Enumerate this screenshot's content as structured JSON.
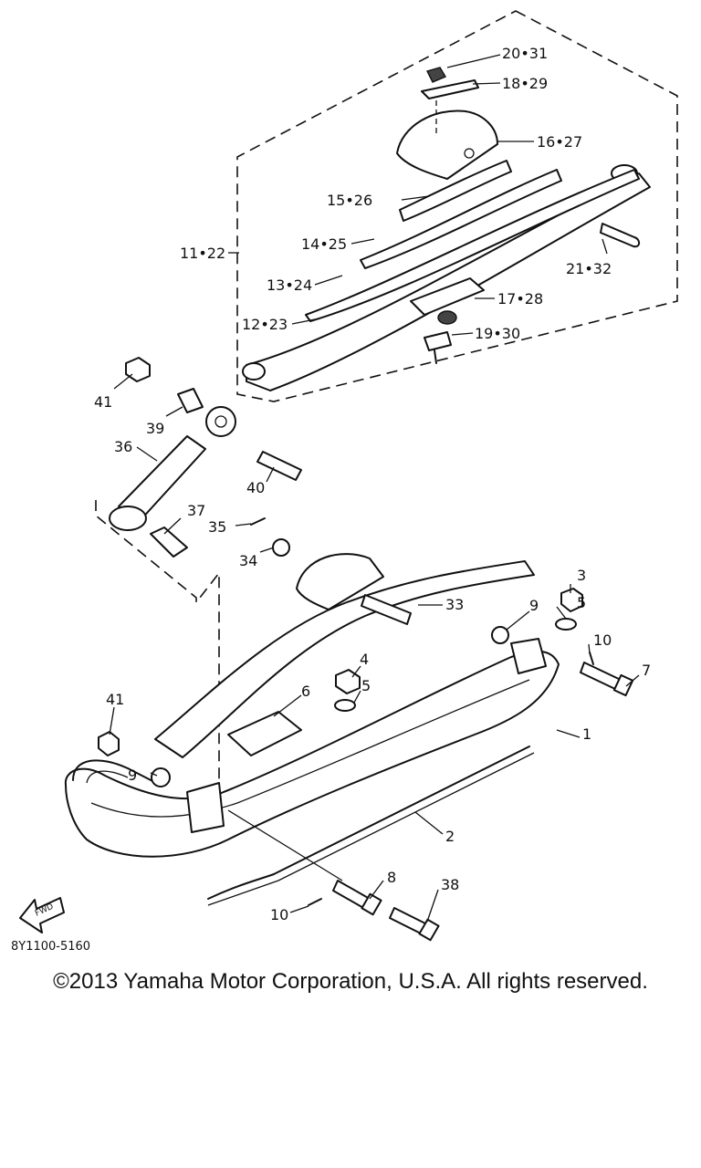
{
  "diagram": {
    "code": "8Y1100-5160",
    "copyright": "©2013 Yamaha Motor Corporation, U.S.A. All rights reserved.",
    "fwd_label": "FWD",
    "callouts": [
      {
        "id": "c20",
        "text": "20•31"
      },
      {
        "id": "c18",
        "text": "18•29"
      },
      {
        "id": "c16",
        "text": "16•27"
      },
      {
        "id": "c15",
        "text": "15•26"
      },
      {
        "id": "c11",
        "text": "11•22"
      },
      {
        "id": "c14",
        "text": "14•25"
      },
      {
        "id": "c21",
        "text": "21•32"
      },
      {
        "id": "c13",
        "text": "13•24"
      },
      {
        "id": "c17",
        "text": "17•28"
      },
      {
        "id": "c12",
        "text": "12•23"
      },
      {
        "id": "c19",
        "text": "19•30"
      },
      {
        "id": "c41a",
        "text": "41"
      },
      {
        "id": "c39",
        "text": "39"
      },
      {
        "id": "c36",
        "text": "36"
      },
      {
        "id": "c40",
        "text": "40"
      },
      {
        "id": "c37",
        "text": "37"
      },
      {
        "id": "c35",
        "text": "35"
      },
      {
        "id": "c34",
        "text": "34"
      },
      {
        "id": "c3",
        "text": "3"
      },
      {
        "id": "c33",
        "text": "33"
      },
      {
        "id": "c9a",
        "text": "9"
      },
      {
        "id": "c5a",
        "text": "5"
      },
      {
        "id": "c10a",
        "text": "10"
      },
      {
        "id": "c4",
        "text": "4"
      },
      {
        "id": "c7",
        "text": "7"
      },
      {
        "id": "c6",
        "text": "6"
      },
      {
        "id": "c5b",
        "text": "5"
      },
      {
        "id": "c41b",
        "text": "41"
      },
      {
        "id": "c1",
        "text": "1"
      },
      {
        "id": "c9b",
        "text": "9"
      },
      {
        "id": "c2",
        "text": "2"
      },
      {
        "id": "c8",
        "text": "8"
      },
      {
        "id": "c38",
        "text": "38"
      },
      {
        "id": "c10b",
        "text": "10"
      }
    ]
  }
}
